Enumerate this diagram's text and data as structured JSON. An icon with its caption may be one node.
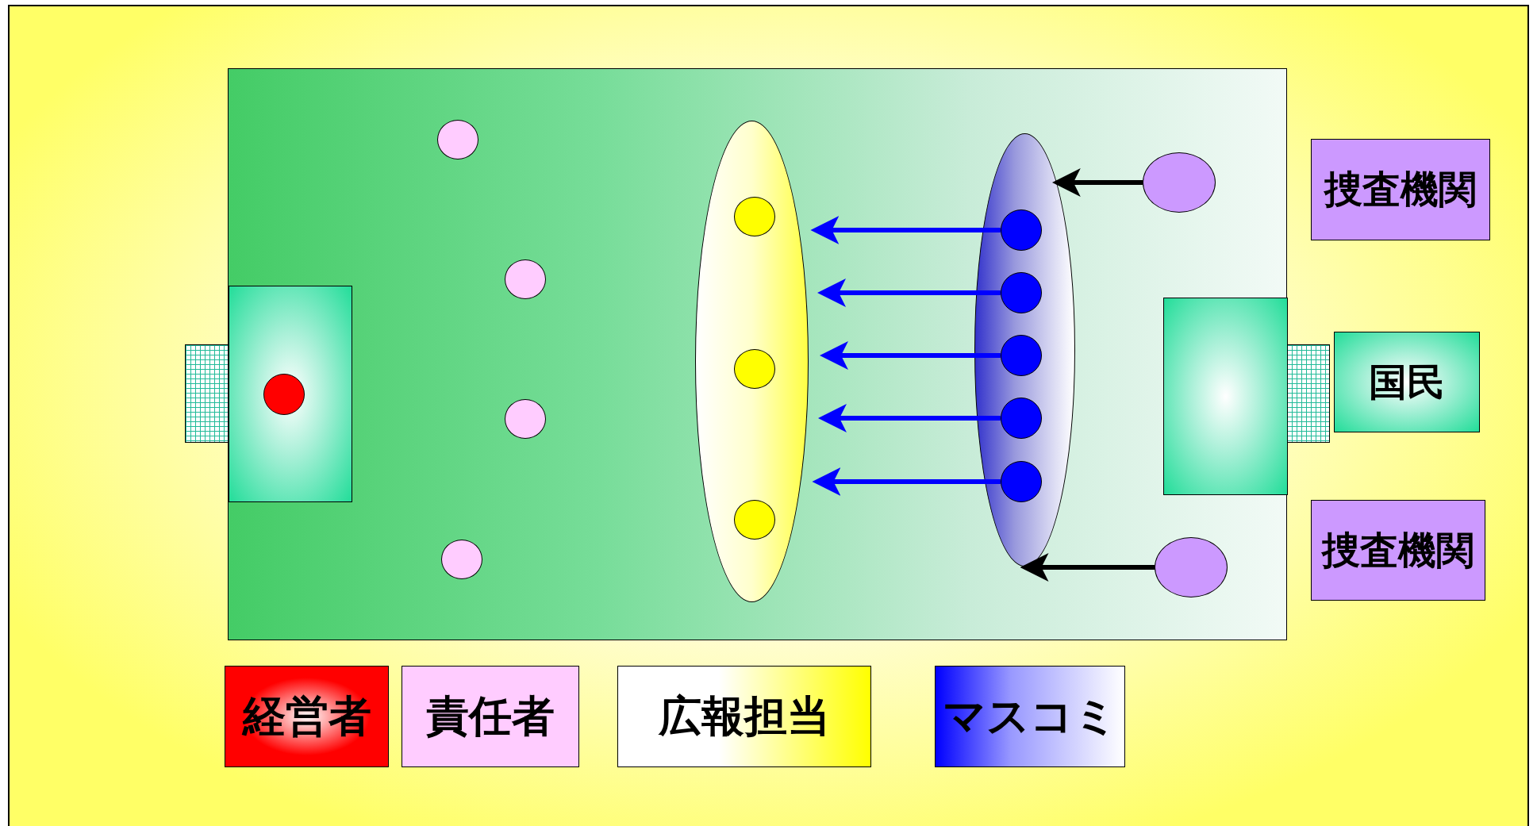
{
  "diagram": {
    "nodes": [
      {
        "text": [],
        "shape": "box"
      },
      {
        "text": [],
        "shape": "box",
        "in": 0
      },
      {
        "text": [],
        "shape": "circle",
        "in": 1
      },
      {
        "text": [],
        "shape": "circle",
        "in": 0
      },
      {
        "text": [],
        "shape": "circle",
        "in": 0
      },
      {
        "text": [],
        "shape": "circle",
        "in": 0
      },
      {
        "text": [],
        "shape": "circle",
        "in": 0
      },
      {
        "text": [],
        "shape": "ellipse",
        "in": 0
      },
      {
        "text": [],
        "shape": "circle",
        "in": 7
      },
      {
        "text": [],
        "shape": "circle",
        "in": 7
      },
      {
        "text": [],
        "shape": "circle",
        "in": 7
      },
      {
        "text": [],
        "shape": "ellipse",
        "in": 0
      },
      {
        "text": [],
        "shape": "circle",
        "in": 11
      },
      {
        "text": [],
        "shape": "circle",
        "in": 11
      },
      {
        "text": [],
        "shape": "circle",
        "in": 11
      },
      {
        "text": [],
        "shape": "circle",
        "in": 11
      },
      {
        "text": [],
        "shape": "circle",
        "in": 11
      },
      {
        "text": [],
        "shape": "box",
        "in": 0
      },
      {
        "text": [],
        "shape": "circle",
        "in": 0
      },
      {
        "text": [],
        "shape": "circle",
        "in": 0
      },
      {
        "text": [
          "捜査機関"
        ]
      },
      {
        "text": [
          "国民"
        ]
      },
      {
        "text": [
          "捜査機関"
        ]
      }
    ],
    "edges": [
      {
        "from": 18,
        "to": 11,
        "arrow": "to",
        "color": "#000000"
      },
      {
        "from": 12,
        "to": 7,
        "arrow": "to"
      },
      {
        "from": 13,
        "to": 7,
        "arrow": "to"
      },
      {
        "from": 14,
        "to": 7,
        "arrow": "to"
      },
      {
        "from": 15,
        "to": 7,
        "arrow": "to"
      },
      {
        "from": 16,
        "to": 7,
        "arrow": "to"
      },
      {
        "from": 19,
        "to": 11,
        "arrow": "to",
        "color": "#000000"
      }
    ],
    "legend": [
      {
        "text": "経営者",
        "color": "#ff0000"
      },
      {
        "text": "責任者",
        "color": "#ffccff"
      },
      {
        "text": "広報担当",
        "color": "#ffff00"
      },
      {
        "text": "マスコミ",
        "color": "#0000ff"
      }
    ]
  }
}
